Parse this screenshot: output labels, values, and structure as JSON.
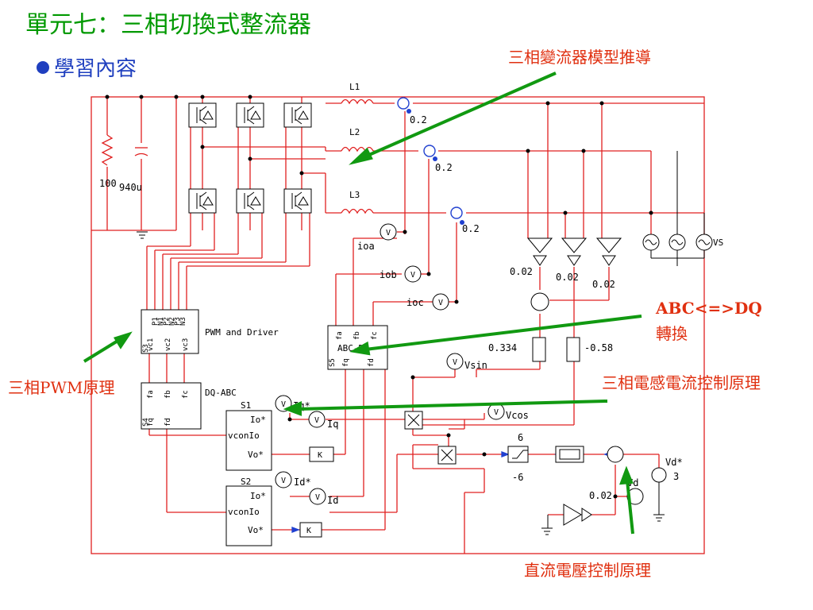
{
  "slide": {
    "title": "單元七：三相切換式整流器",
    "bullet": "學習內容"
  },
  "annotations": {
    "model": "三相變流器模型推導",
    "abc_dq_line1": "ABC<=>DQ",
    "abc_dq_line2": "轉換",
    "pwm": "三相PWM原理",
    "current_ctrl": "三相電感電流控制原理",
    "voltage_ctrl": "直流電壓控制原理"
  },
  "schematic": {
    "inductors": [
      "L1",
      "L2",
      "L3"
    ],
    "inductor_values": [
      "0.2",
      "0.2",
      "0.2"
    ],
    "resistor": "100",
    "capacitor": "940u",
    "meters": {
      "ioa": "ioa",
      "iob": "iob",
      "ioc": "ioc",
      "vsin": "Vsin",
      "vcos": "Vcos",
      "iq_star": "Iq*",
      "iq": "Iq",
      "id_star": "Id*",
      "id": "Id",
      "vd": "Vd",
      "vd_star": "Vd*",
      "vs": "VS"
    },
    "sensor_gains": [
      "0.02",
      "0.02",
      "0.02"
    ],
    "gain_a": "0.334",
    "gain_b": "-0.58",
    "pwm_block": {
      "label": "PWM and Driver",
      "id": "S3",
      "pins_top": [
        "P1",
        "N1",
        "P2",
        "N2",
        "P3",
        "N3"
      ],
      "pins_bottom": [
        "vc1",
        "vc2",
        "vc3"
      ]
    },
    "abc_dq_block": {
      "label": "ABC-DQ",
      "id": "S5",
      "pins_top": [
        "fa",
        "fb",
        "fc"
      ],
      "pins_bottom": [
        "fq",
        "fd"
      ]
    },
    "dq_abc_block": {
      "label": "DQ-ABC",
      "id": "S4",
      "pins_top": [
        "fa",
        "fb",
        "fc"
      ],
      "pins_bottom": [
        "fq",
        "fd"
      ]
    },
    "s1": {
      "label": "S1",
      "pins": [
        "Io*",
        "vconIo",
        "Vo*"
      ]
    },
    "s2": {
      "label": "S2",
      "pins": [
        "Io*",
        "vconIo",
        "Vo*"
      ]
    },
    "k": "K",
    "limiter_hi": "6",
    "limiter_lo": "-6",
    "vd_gain": "0.02",
    "vd_ref": "3"
  }
}
